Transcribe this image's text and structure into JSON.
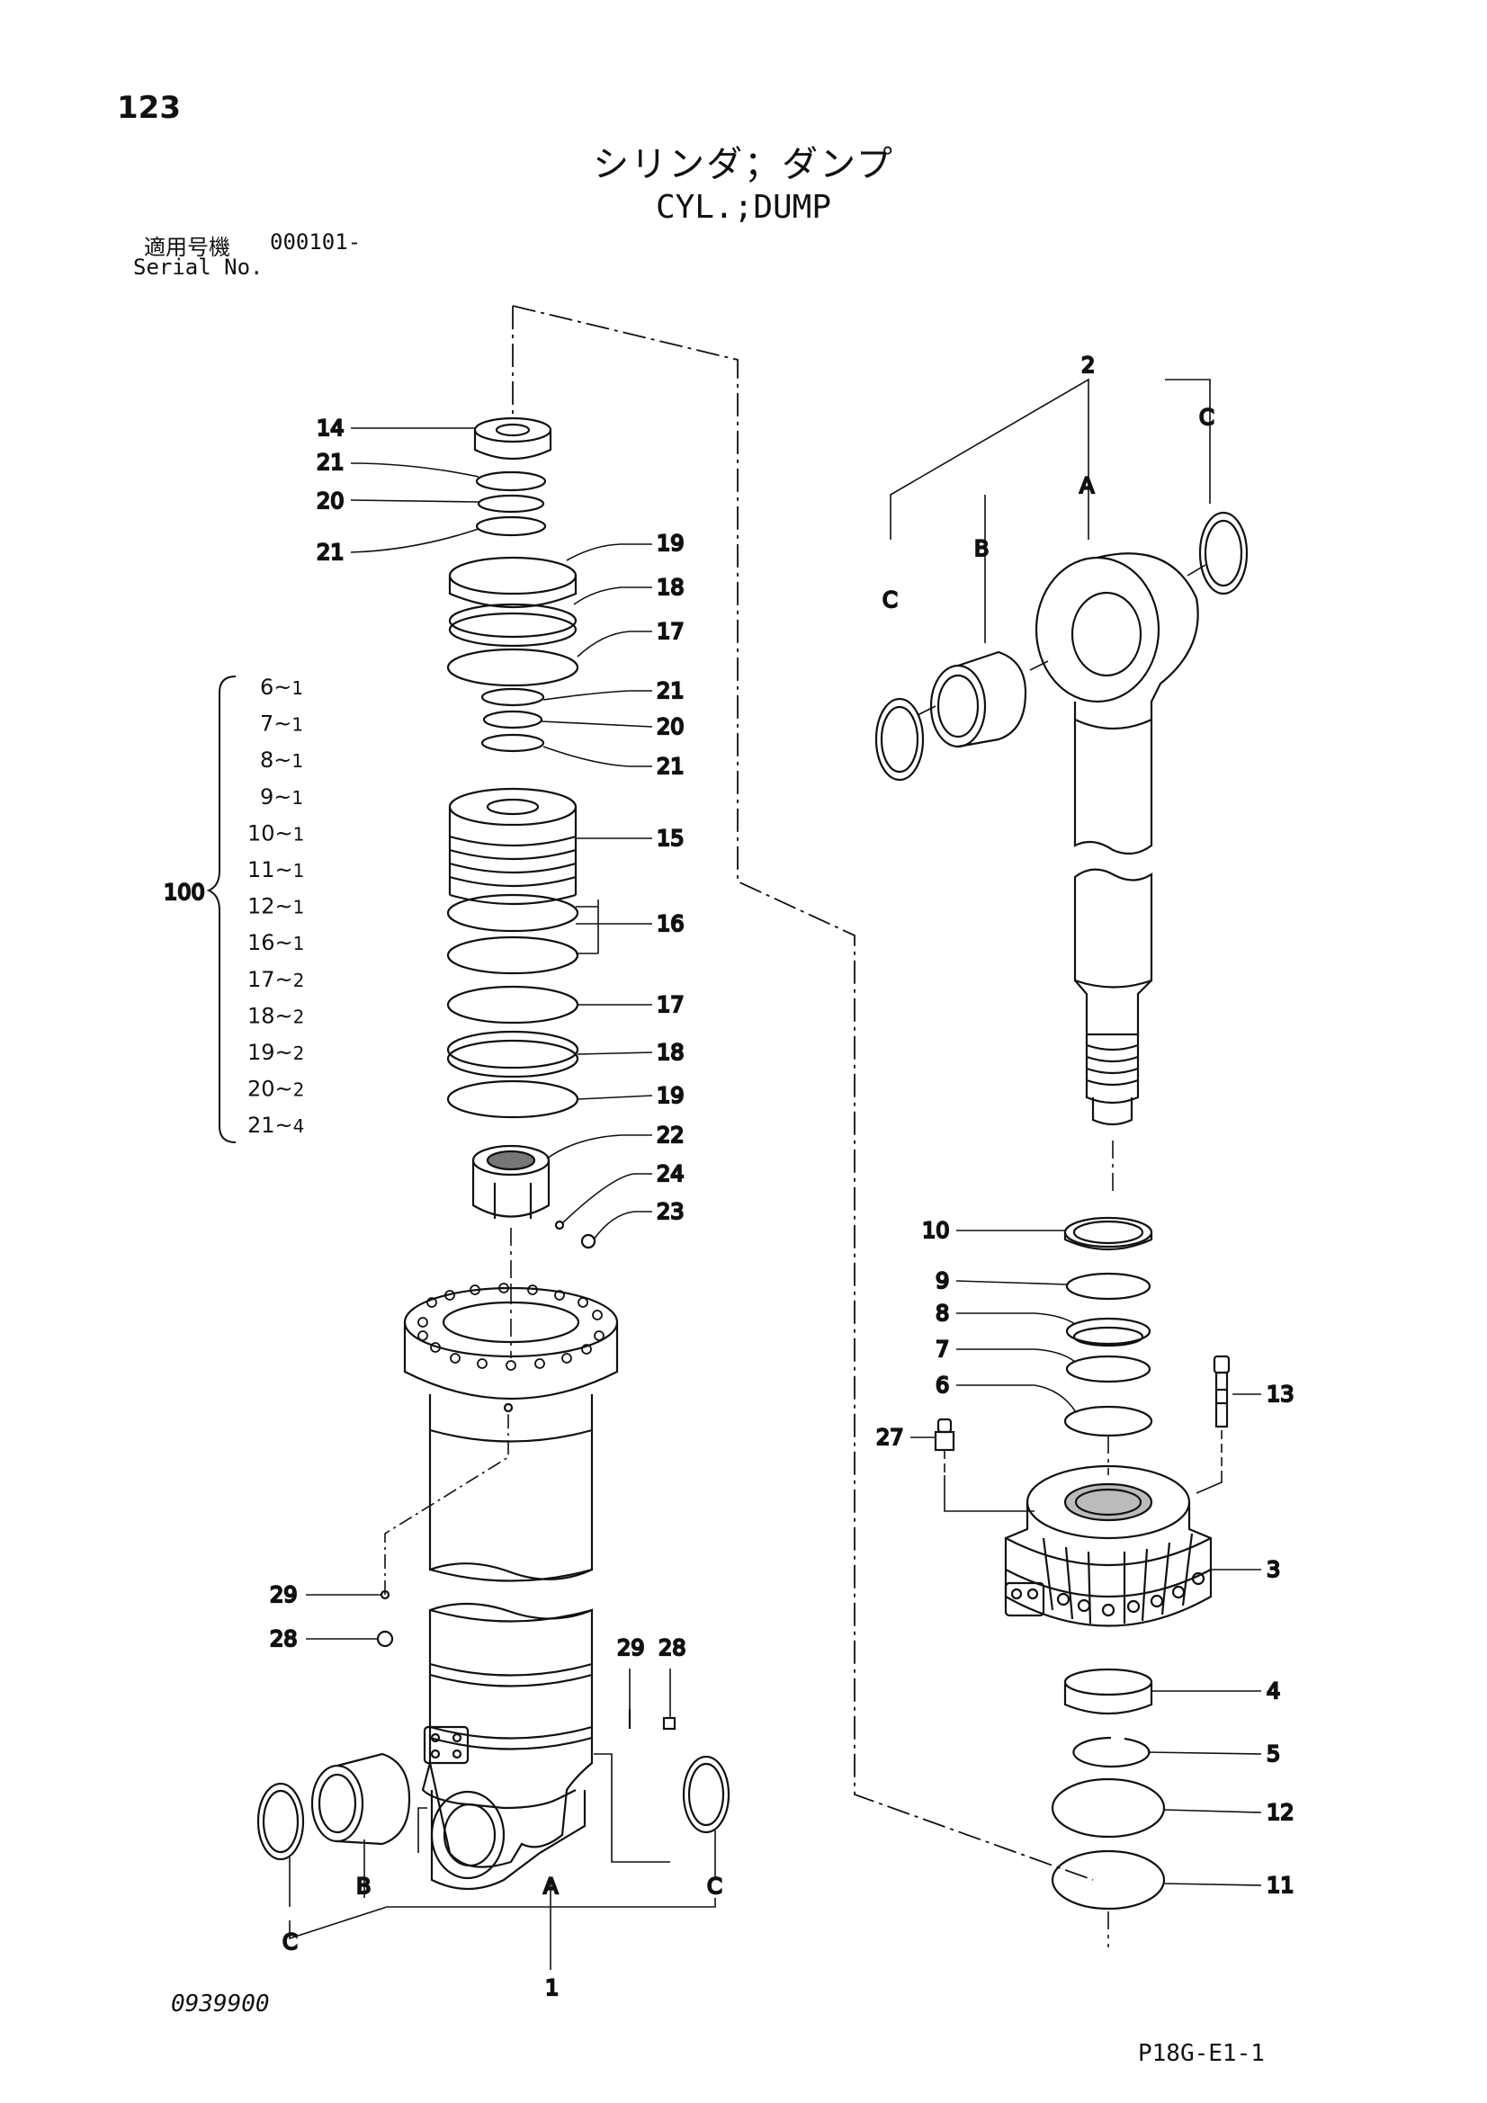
{
  "page": {
    "number": "123",
    "title_jp": "シリンダ；ダンプ",
    "title_en": "CYL.;DUMP",
    "serial_label_jp": "適用号機",
    "serial_value": "000101-",
    "serial_label_en": "Serial No.",
    "doc_code": "0939900",
    "figure_code": "P18G-E1-1"
  },
  "kit": {
    "number": "100",
    "items": [
      {
        "part": "6",
        "qty": "1"
      },
      {
        "part": "7",
        "qty": "1"
      },
      {
        "part": "8",
        "qty": "1"
      },
      {
        "part": "9",
        "qty": "1"
      },
      {
        "part": "10",
        "qty": "1"
      },
      {
        "part": "11",
        "qty": "1"
      },
      {
        "part": "12",
        "qty": "1"
      },
      {
        "part": "16",
        "qty": "1"
      },
      {
        "part": "17",
        "qty": "2"
      },
      {
        "part": "18",
        "qty": "2"
      },
      {
        "part": "19",
        "qty": "2"
      },
      {
        "part": "20",
        "qty": "2"
      },
      {
        "part": "21",
        "qty": "4"
      }
    ]
  },
  "callouts": {
    "c14": "14",
    "c21a": "21",
    "c20a": "20",
    "c21b": "21",
    "c19a": "19",
    "c18a": "18",
    "c17a": "17",
    "c21c": "21",
    "c20b": "20",
    "c21d": "21",
    "c15": "15",
    "c16": "16",
    "c17b": "17",
    "c18b": "18",
    "c19b": "19",
    "c22": "22",
    "c24": "24",
    "c23": "23",
    "c29a": "29",
    "c28a": "28",
    "c29b": "29",
    "c28b": "28",
    "cB_left": "B",
    "cA_left": "A",
    "cC_left1": "C",
    "cC_left2": "C",
    "c1": "1",
    "c2": "2",
    "cA_right": "A",
    "cB_right": "B",
    "cC_right1": "C",
    "cC_right2": "C",
    "c10": "10",
    "c9": "9",
    "c8": "8",
    "c7": "7",
    "c6": "6",
    "c27": "27",
    "c13": "13",
    "c3": "3",
    "c4": "4",
    "c5": "5",
    "c12": "12",
    "c11": "11"
  }
}
